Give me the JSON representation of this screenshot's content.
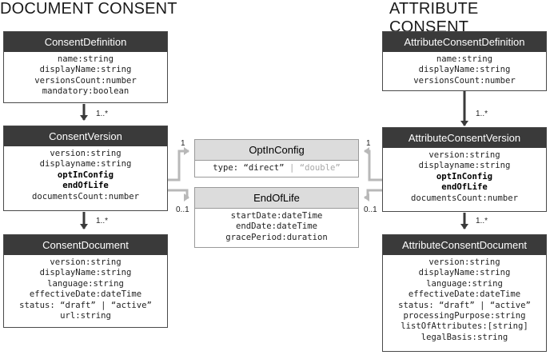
{
  "sections": {
    "document": "DOCUMENT CONSENT",
    "attribute": "ATTRIBUTE CONSENT"
  },
  "boxes": {
    "consent_definition": {
      "title": "ConsentDefinition",
      "fields": [
        "name:string",
        "displayName:string",
        "versionsCount:number",
        "mandatory:boolean"
      ]
    },
    "consent_version": {
      "title": "ConsentVersion",
      "fields": [
        "version:string",
        "displayname:string",
        "optInConfig",
        "endOfLife",
        "documentsCount:number"
      ]
    },
    "consent_document": {
      "title": "ConsentDocument",
      "fields": [
        "version:string",
        "displayName:string",
        "language:string",
        "effectiveDate:dateTime",
        "status: “draft” | “active”",
        "url:string"
      ]
    },
    "opt_in_config": {
      "title": "OptInConfig",
      "field_prefix": "type: “direct”",
      "field_suffix": " | “double”"
    },
    "end_of_life": {
      "title": "EndOfLife",
      "fields": [
        "startDate:dateTime",
        "endDate:dateTime",
        "gracePeriod:duration"
      ]
    },
    "attribute_consent_definition": {
      "title": "AttributeConsentDefinition",
      "fields": [
        "name:string",
        "displayName:string",
        "versionsCount:number"
      ]
    },
    "attribute_consent_version": {
      "title": "AttributeConsentVersion",
      "fields": [
        "version:string",
        "displayname:string",
        "optInConfig",
        "endOfLife",
        "documentsCount:number"
      ]
    },
    "attribute_consent_document": {
      "title": "AttributeConsentDocument",
      "fields": [
        "version:string",
        "displayName:string",
        "language:string",
        "effectiveDate:dateTime",
        "status: “draft” | “active”",
        "processingPurpose:string",
        "listOfAttributes:[string]",
        "legalBasis:string"
      ]
    }
  },
  "multiplicities": {
    "def_to_version_left": "1..*",
    "version_to_doc_left": "1..*",
    "optin_left": "1",
    "eol_left": "0..1",
    "def_to_version_right": "1..*",
    "version_to_doc_right": "1..*",
    "optin_right": "1",
    "eol_right": "0..1"
  },
  "colors": {
    "header_dark": "#3a3a3a",
    "header_light": "#dcdcdc",
    "connector_dark": "#3a3a3a",
    "connector_light": "#b8b8b8"
  }
}
